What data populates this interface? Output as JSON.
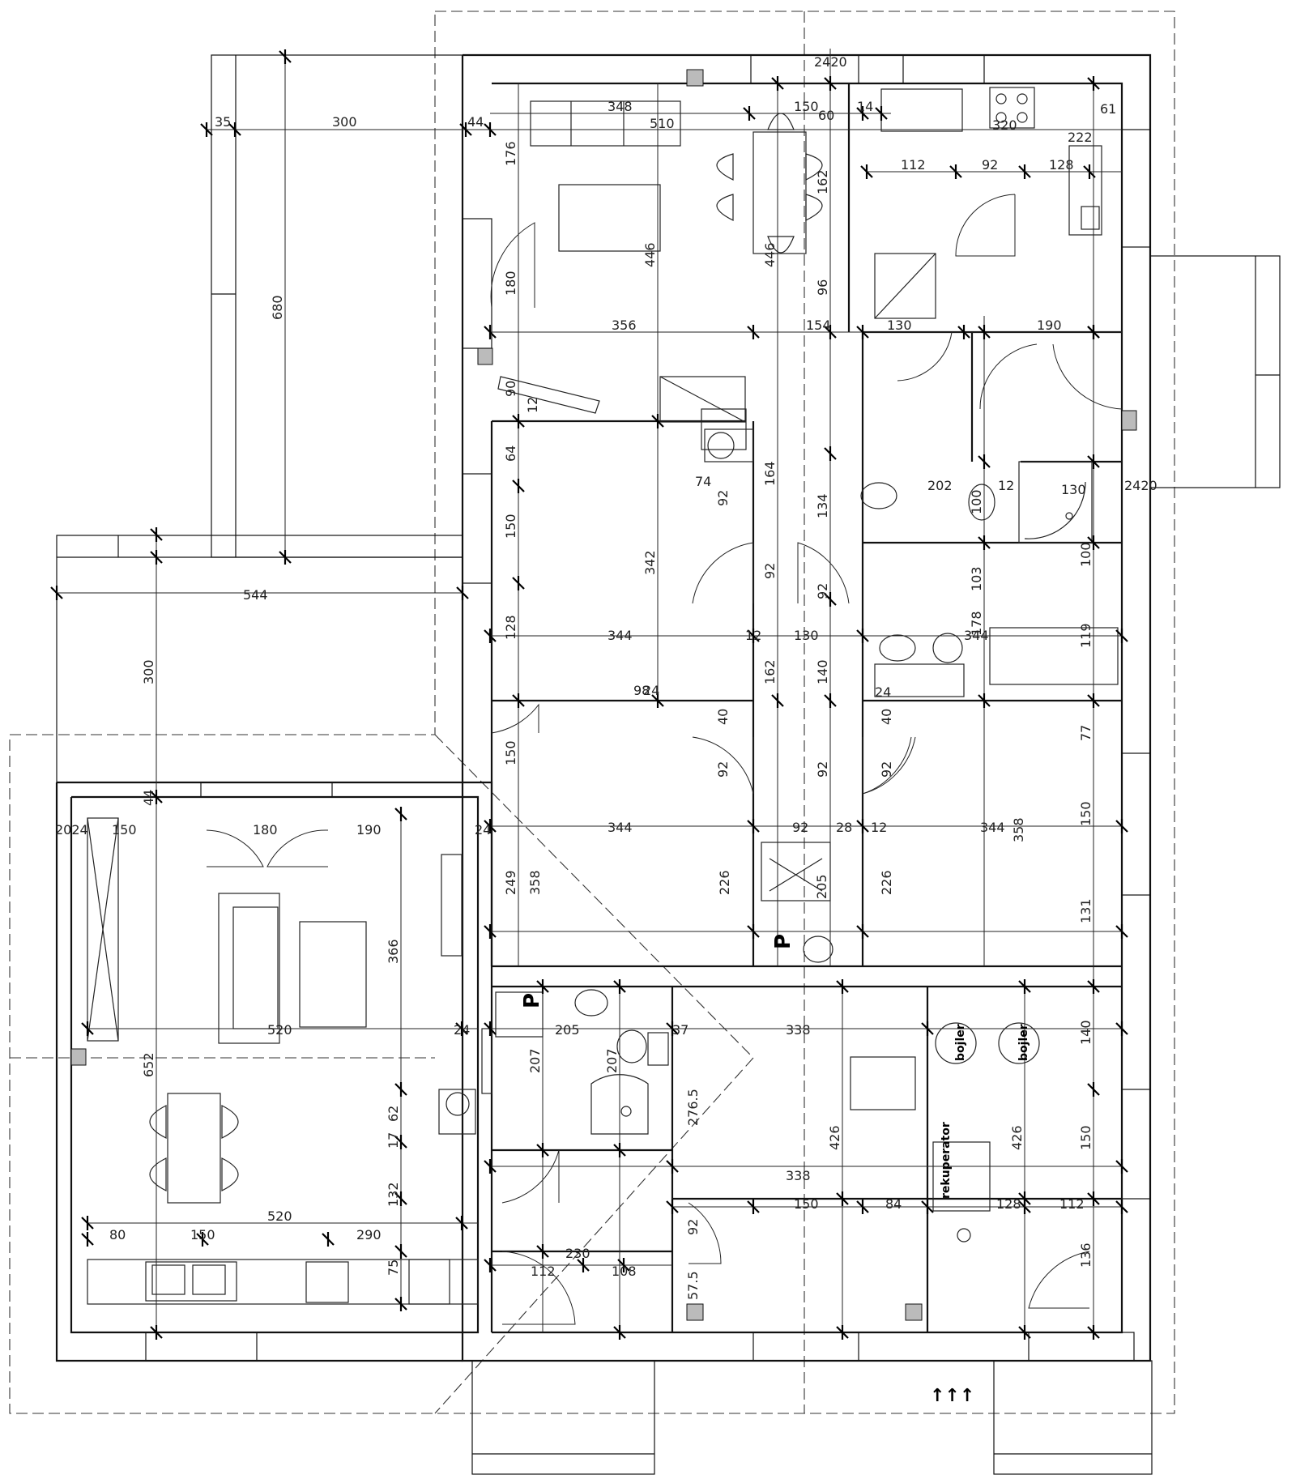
{
  "dimensions_h": [
    "35",
    "300",
    "44",
    "348",
    "510",
    "150",
    "14",
    "60",
    "2420",
    "320",
    "222",
    "61",
    "112",
    "92",
    "128",
    "356",
    "154",
    "130",
    "190",
    "202",
    "12",
    "130",
    "2420",
    "544",
    "344",
    "130",
    "344",
    "98",
    "12",
    "24",
    "344",
    "92",
    "28",
    "12",
    "344",
    "520",
    "24",
    "205",
    "37",
    "338",
    "520",
    "80",
    "150",
    "290",
    "112",
    "108",
    "230",
    "338",
    "150",
    "84",
    "128",
    "112",
    "150",
    "180",
    "190",
    "2024",
    "24",
    "74",
    "24"
  ],
  "dimensions_v": [
    "680",
    "176",
    "446",
    "446",
    "96",
    "162",
    "180",
    "90",
    "12",
    "64",
    "150",
    "128",
    "342",
    "164",
    "92",
    "92",
    "92",
    "134",
    "100",
    "103",
    "178",
    "119",
    "100",
    "77",
    "150",
    "131",
    "226",
    "226",
    "249",
    "358",
    "358",
    "205",
    "162",
    "140",
    "40",
    "40",
    "92",
    "92",
    "92",
    "652",
    "366",
    "62",
    "17",
    "132",
    "75",
    "207",
    "207",
    "276.5",
    "426",
    "426",
    "140",
    "150",
    "136",
    "57.5",
    "92",
    "300",
    "44",
    "150"
  ],
  "labels": {
    "boiler_1": "bojler",
    "boiler_2": "bojler",
    "recuperator": "rekuperator",
    "parking_1": "P",
    "parking_2": "P",
    "arrows": "↑↑↑"
  }
}
